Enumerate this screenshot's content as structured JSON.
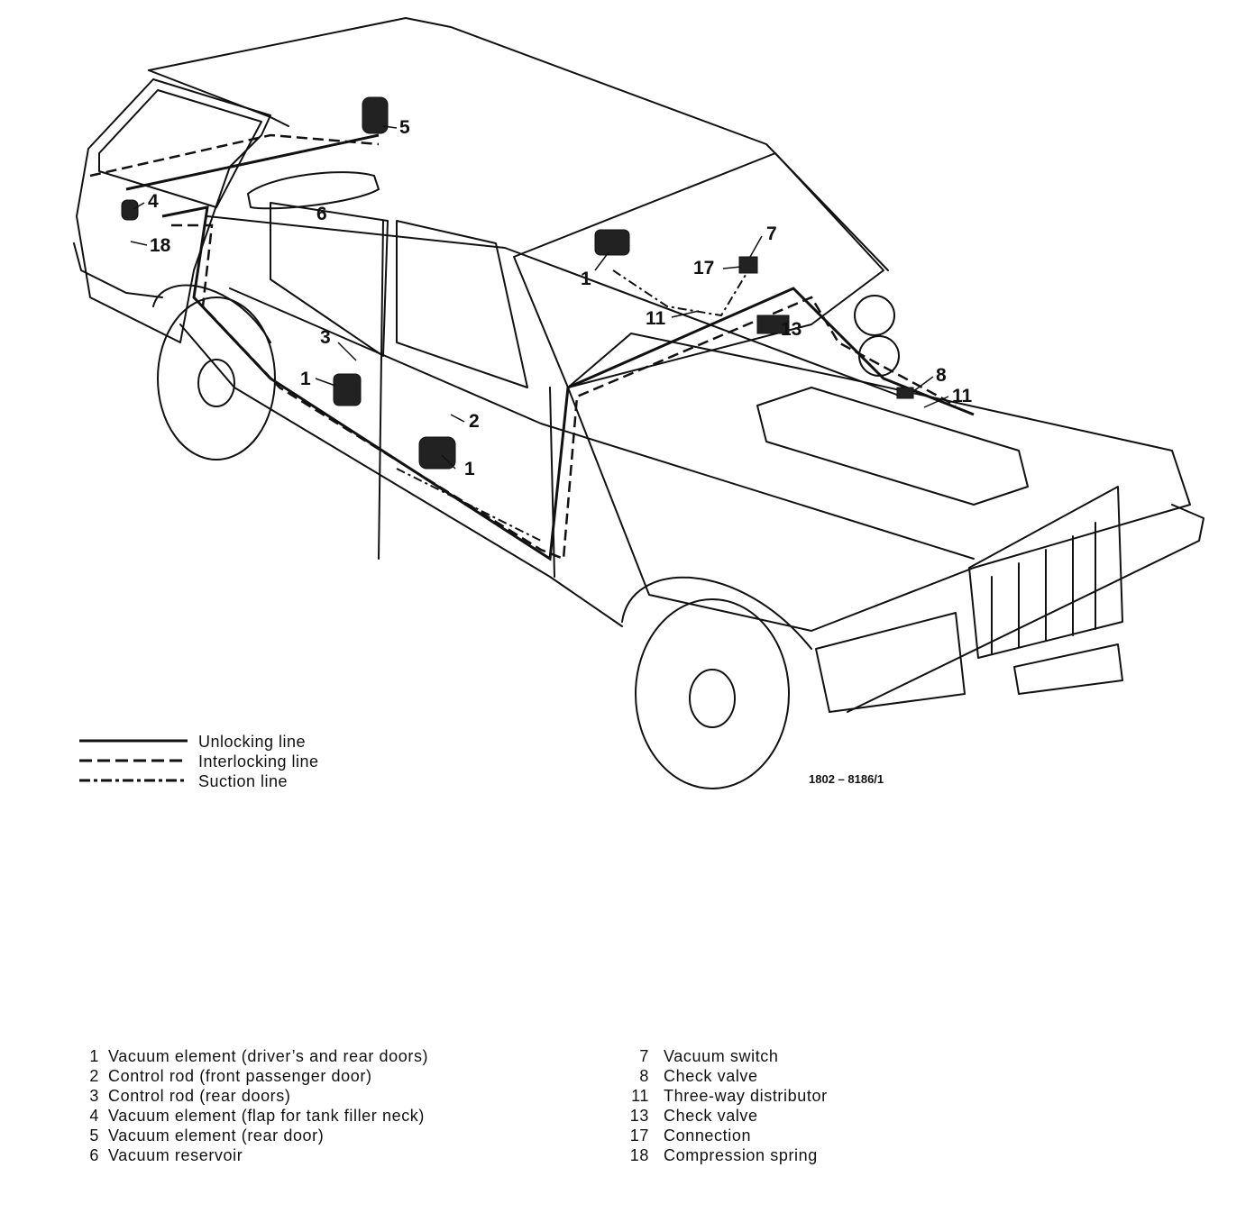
{
  "diagram": {
    "callouts": [
      {
        "id": "c1a",
        "label": "1"
      },
      {
        "id": "c1b",
        "label": "1"
      },
      {
        "id": "c1c",
        "label": "1"
      },
      {
        "id": "c2",
        "label": "2"
      },
      {
        "id": "c3",
        "label": "3"
      },
      {
        "id": "c4",
        "label": "4"
      },
      {
        "id": "c5",
        "label": "5"
      },
      {
        "id": "c6",
        "label": "6"
      },
      {
        "id": "c7",
        "label": "7"
      },
      {
        "id": "c8",
        "label": "8"
      },
      {
        "id": "c11a",
        "label": "11"
      },
      {
        "id": "c11b",
        "label": "11"
      },
      {
        "id": "c13",
        "label": "13"
      },
      {
        "id": "c17",
        "label": "17"
      },
      {
        "id": "c18",
        "label": "18"
      }
    ],
    "reference_number": "1802 – 8186/1"
  },
  "legend": [
    {
      "style": "solid",
      "label": "Unlocking line"
    },
    {
      "style": "dashed",
      "label": "Interlocking line"
    },
    {
      "style": "dash-dot",
      "label": "Suction line"
    }
  ],
  "key": {
    "left": [
      {
        "num": "1",
        "text": "Vacuum element (driver’s and rear doors)"
      },
      {
        "num": "2",
        "text": "Control rod (front passenger door)"
      },
      {
        "num": "3",
        "text": "Control rod (rear doors)"
      },
      {
        "num": "4",
        "text": "Vacuum element (flap for tank filler neck)"
      },
      {
        "num": "5",
        "text": "Vacuum element (rear door)"
      },
      {
        "num": "6",
        "text": "Vacuum reservoir"
      }
    ],
    "right": [
      {
        "num": "7",
        "text": "Vacuum switch"
      },
      {
        "num": "8",
        "text": "Check valve"
      },
      {
        "num": "11",
        "text": "Three-way distributor"
      },
      {
        "num": "13",
        "text": "Check valve"
      },
      {
        "num": "17",
        "text": "Connection"
      },
      {
        "num": "18",
        "text": "Compression spring"
      }
    ]
  }
}
